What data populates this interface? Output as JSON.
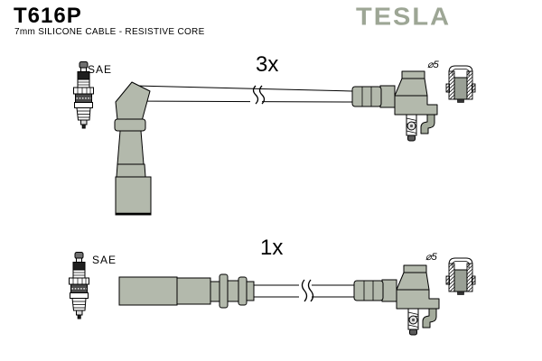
{
  "header": {
    "part_number": "T616P",
    "subtitle": "7mm SILICONE CABLE - RESISTIVE CORE",
    "brand": "TESLA"
  },
  "colors": {
    "brand_gray": "#9da695",
    "boot_gray": "#b3b9ac",
    "outline": "#000000",
    "background": "#ffffff"
  },
  "top_assembly": {
    "quantity_label": "3x",
    "plug_end_label": "SAE",
    "terminal_diameter_label": "⌀5",
    "boot_type": "angled-boot",
    "icons": {
      "plug": "spark-plug-icon",
      "cable": "angled-boot-cable-icon",
      "break": "cable-break-icon",
      "connector": "coil-connector-icon",
      "section": "terminal-section-icon"
    }
  },
  "bottom_assembly": {
    "quantity_label": "1x",
    "plug_end_label": "SAE",
    "terminal_diameter_label": "⌀5",
    "boot_type": "straight-boot",
    "icons": {
      "plug": "spark-plug-icon",
      "cable": "straight-boot-cable-icon",
      "break": "cable-break-icon",
      "connector": "coil-connector-icon",
      "section": "terminal-section-icon"
    }
  }
}
